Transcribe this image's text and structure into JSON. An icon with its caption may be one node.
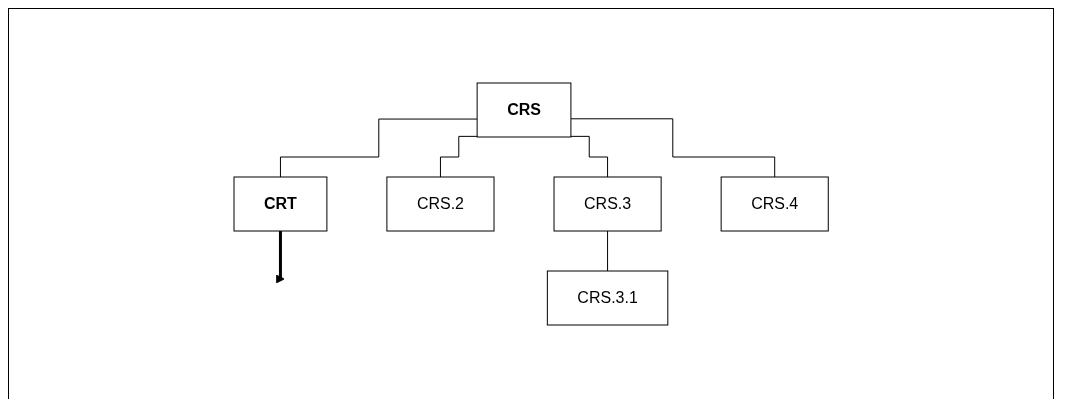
{
  "diagram": {
    "nodes": [
      {
        "text": [
          "CRS"
        ]
      },
      {
        "text": [
          "CRT"
        ]
      },
      {
        "text": [
          "CRS.2"
        ]
      },
      {
        "text": [
          "CRS.3"
        ]
      },
      {
        "text": [
          "CRS.4"
        ]
      },
      {
        "text": [
          "CRS.3.1"
        ]
      }
    ],
    "edges": [
      {
        "from": 0,
        "to": 1,
        "arrow": "none"
      },
      {
        "from": 0,
        "to": 2,
        "arrow": "none"
      },
      {
        "from": 0,
        "to": 3,
        "arrow": "none"
      },
      {
        "from": 0,
        "to": 4,
        "arrow": "none"
      },
      {
        "from": 3,
        "to": 5,
        "arrow": "none"
      },
      {
        "from": 1,
        "to": null,
        "arrow": "to",
        "style": "thick"
      }
    ]
  }
}
